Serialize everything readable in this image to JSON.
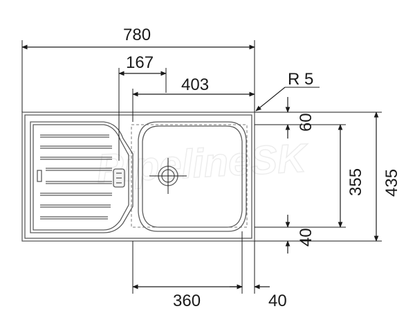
{
  "watermark": "PipelineSK",
  "dimensions": {
    "overall_width": "780",
    "drainboard_offset": "167",
    "bowl_width_top": "403",
    "corner_radius": "R 5",
    "top_margin": "60",
    "bowl_depth": "355",
    "overall_depth": "435",
    "bottom_margin": "40",
    "bowl_width_bottom": "360",
    "right_margin": "40"
  }
}
